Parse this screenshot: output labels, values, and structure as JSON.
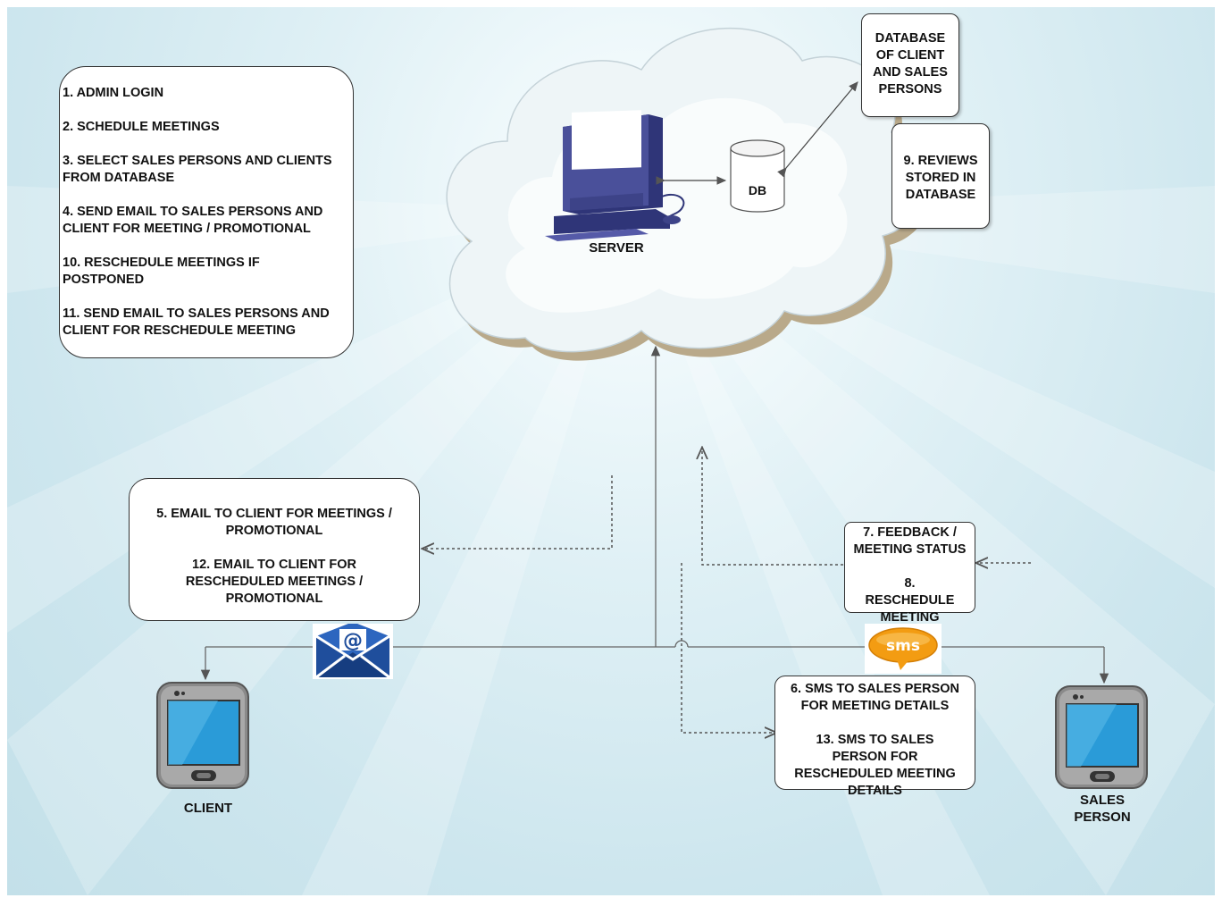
{
  "tasks_box": {
    "items": [
      "1. ADMIN LOGIN",
      "2. SCHEDULE MEETINGS",
      "3. SELECT SALES PERSONS AND CLIENTS FROM DATABASE",
      "4. SEND EMAIL TO SALES PERSONS AND CLIENT FOR MEETING / PROMOTIONAL",
      "10. RESCHEDULE MEETINGS IF POSTPONED",
      "11. SEND EMAIL TO SALES PERSONS AND CLIENT FOR RESCHEDULE MEETING"
    ]
  },
  "cloud": {
    "server_label": "SERVER",
    "db_label": "DB"
  },
  "database_box": {
    "text": "DATABASE OF CLIENT AND SALES PERSONS"
  },
  "reviews_box": {
    "text": "9. REVIEWS STORED IN DATABASE"
  },
  "client_email_box": {
    "line1": "5. EMAIL TO CLIENT FOR MEETINGS / PROMOTIONAL",
    "line2": "12. EMAIL TO CLIENT FOR RESCHEDULED MEETINGS / PROMOTIONAL"
  },
  "feedback_box": {
    "line1": "7. FEEDBACK / MEETING STATUS",
    "line2": "8. RESCHEDULE MEETING"
  },
  "sms_box": {
    "line1": "6. SMS TO SALES PERSON FOR MEETING DETAILS",
    "line2": "13. SMS TO SALES PERSON FOR RESCHEDULED MEETING DETAILS"
  },
  "email_icon": {
    "glyph": "@"
  },
  "sms_icon": {
    "text": "sms"
  },
  "client": {
    "label": "CLIENT"
  },
  "sales_person": {
    "label": "SALES PERSON"
  },
  "colors": {
    "line": "#555555",
    "monitor": "#3a3f82",
    "phone_screen": "#2a9bd8",
    "email_blue": "#1f4e9c",
    "sms_orange": "#f39c12"
  }
}
